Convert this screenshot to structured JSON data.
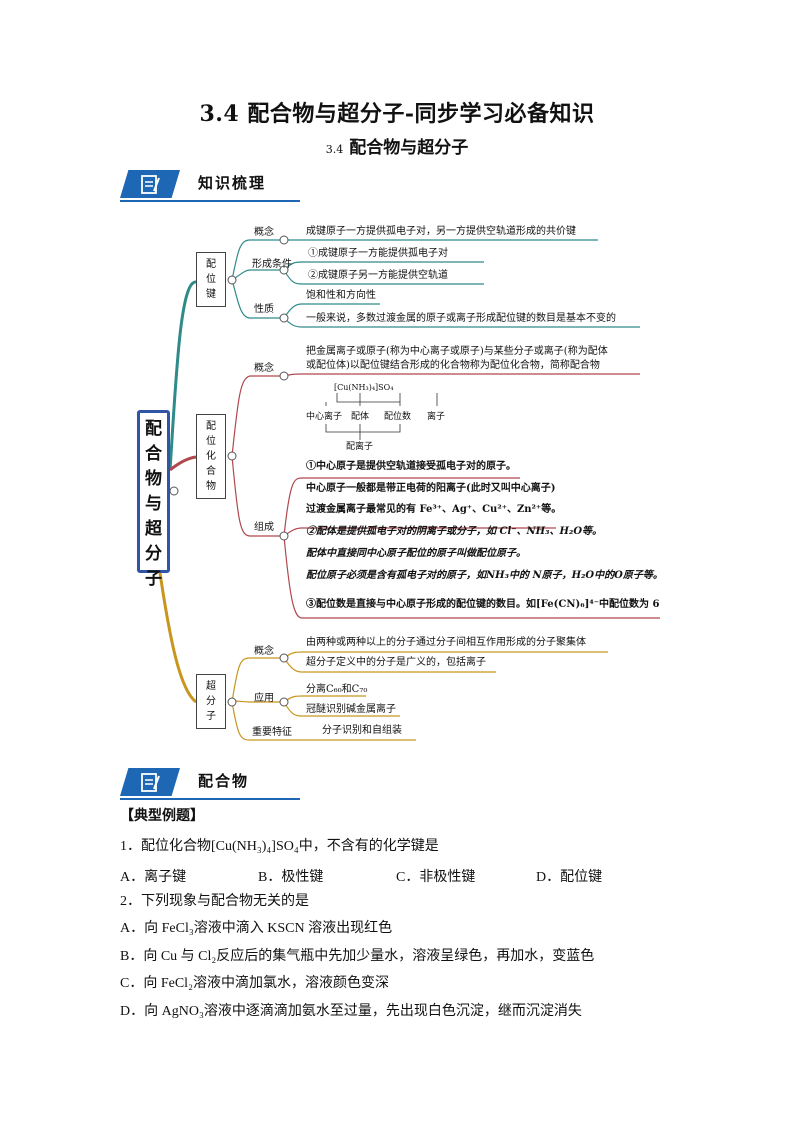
{
  "title": "3.4   配合物与超分子-同步学习必备知识",
  "subtitle_num": "3.4",
  "subtitle": "配合物与超分子",
  "section1": "知识梳理",
  "section2": "配合物",
  "mindmap": {
    "root": [
      "配",
      "合",
      "物",
      "与",
      "超",
      "分",
      "子"
    ],
    "bond": {
      "label": [
        "配",
        "位",
        "键"
      ],
      "concept": "概念",
      "concept_leaf": "成键原子一方提供孤电子对，另一方提供空轨道形成的共价键",
      "condition": "形成条件",
      "condition_leaf1": "①成键原子一方能提供孤电子对",
      "condition_leaf2": "②成键原子另一方能提供空轨道",
      "property": "性质",
      "property_leaf1": "饱和性和方向性",
      "property_leaf2": "一般来说，多数过渡金属的原子或离子形成配位键的数目是基本不变的"
    },
    "complex": {
      "label": [
        "配",
        "位",
        "化",
        "合",
        "物"
      ],
      "concept": "概念",
      "concept_leaf1": "把金属离子或原子(称为中心离子或原子)与某些分子或离子(称为配体",
      "concept_leaf2": "或配位体)以配位键结合形成的化合物称为配位化合物，简称配合物",
      "formula": "[Cu(NH₃)₄]SO₄",
      "part_center": "中心离子",
      "part_ligand": "配体",
      "part_number": "配位数",
      "part_ion": "离子",
      "part_complex_ion": "配离子",
      "compose": "组成",
      "c1_line1": "①中心原子是提供空轨道接受孤电子对的原子。",
      "c1_line2": "中心原子一般都是带正电荷的阳离子(此时又叫中心离子)",
      "c1_line3": "过渡金属离子最常见的有 Fe³⁺、Ag⁺、Cu²⁺、Zn²⁺等。",
      "c2_line1": "②配体是提供孤电子对的阴离子或分子，如 Cl⁻、NH₃、H₂O等。",
      "c2_line2": "配体中直接同中心原子配位的原子叫做配位原子。",
      "c2_line3": "配位原子必须是含有孤电子对的原子，如NH₃中的 N原子，H₂O中的O原子等。",
      "c3_line1": "③配位数是直接与中心原子形成的配位键的数目。如[Fe(CN)₆]⁴⁻中配位数为 6"
    },
    "supra": {
      "label": [
        "超",
        "分",
        "子"
      ],
      "concept": "概念",
      "concept_leaf1": "由两种或两种以上的分子通过分子间相互作用形成的分子聚集体",
      "concept_leaf2": "超分子定义中的分子是广义的，包括离子",
      "application": "应用",
      "app_leaf1": "分离C₆₀和C₇₀",
      "app_leaf2": "冠醚识别碱金属离子",
      "feature": "重要特征",
      "feature_leaf": "分子识别和自组装"
    }
  },
  "examples_header": "【典型例题】",
  "q1": {
    "stem": "1．配位化合物[Cu(NH₃)₄]SO₄中，不含有的化学键是",
    "A": "A．离子键",
    "B": "B．极性键",
    "C": "C．非极性键",
    "D": "D．配位键"
  },
  "q2": {
    "stem": "2．下列现象与配合物无关的是",
    "A": "A．向 FeCl₃溶液中滴入 KSCN 溶液出现红色",
    "B": "B．向 Cu 与 Cl₂反应后的集气瓶中先加少量水，溶液呈绿色，再加水，变蓝色",
    "C": "C．向 FeCl₂溶液中滴加氯水，溶液颜色变深",
    "D": "D．向 AgNO₃溶液中逐滴滴加氨水至过量，先出现白色沉淀，继而沉淀消失"
  },
  "colors": {
    "accent": "#1e67b4",
    "root_border": "#2f55a4",
    "bond_line": "#2f8a8a",
    "complex_line": "#b0484e",
    "supra_line": "#c8961e"
  }
}
